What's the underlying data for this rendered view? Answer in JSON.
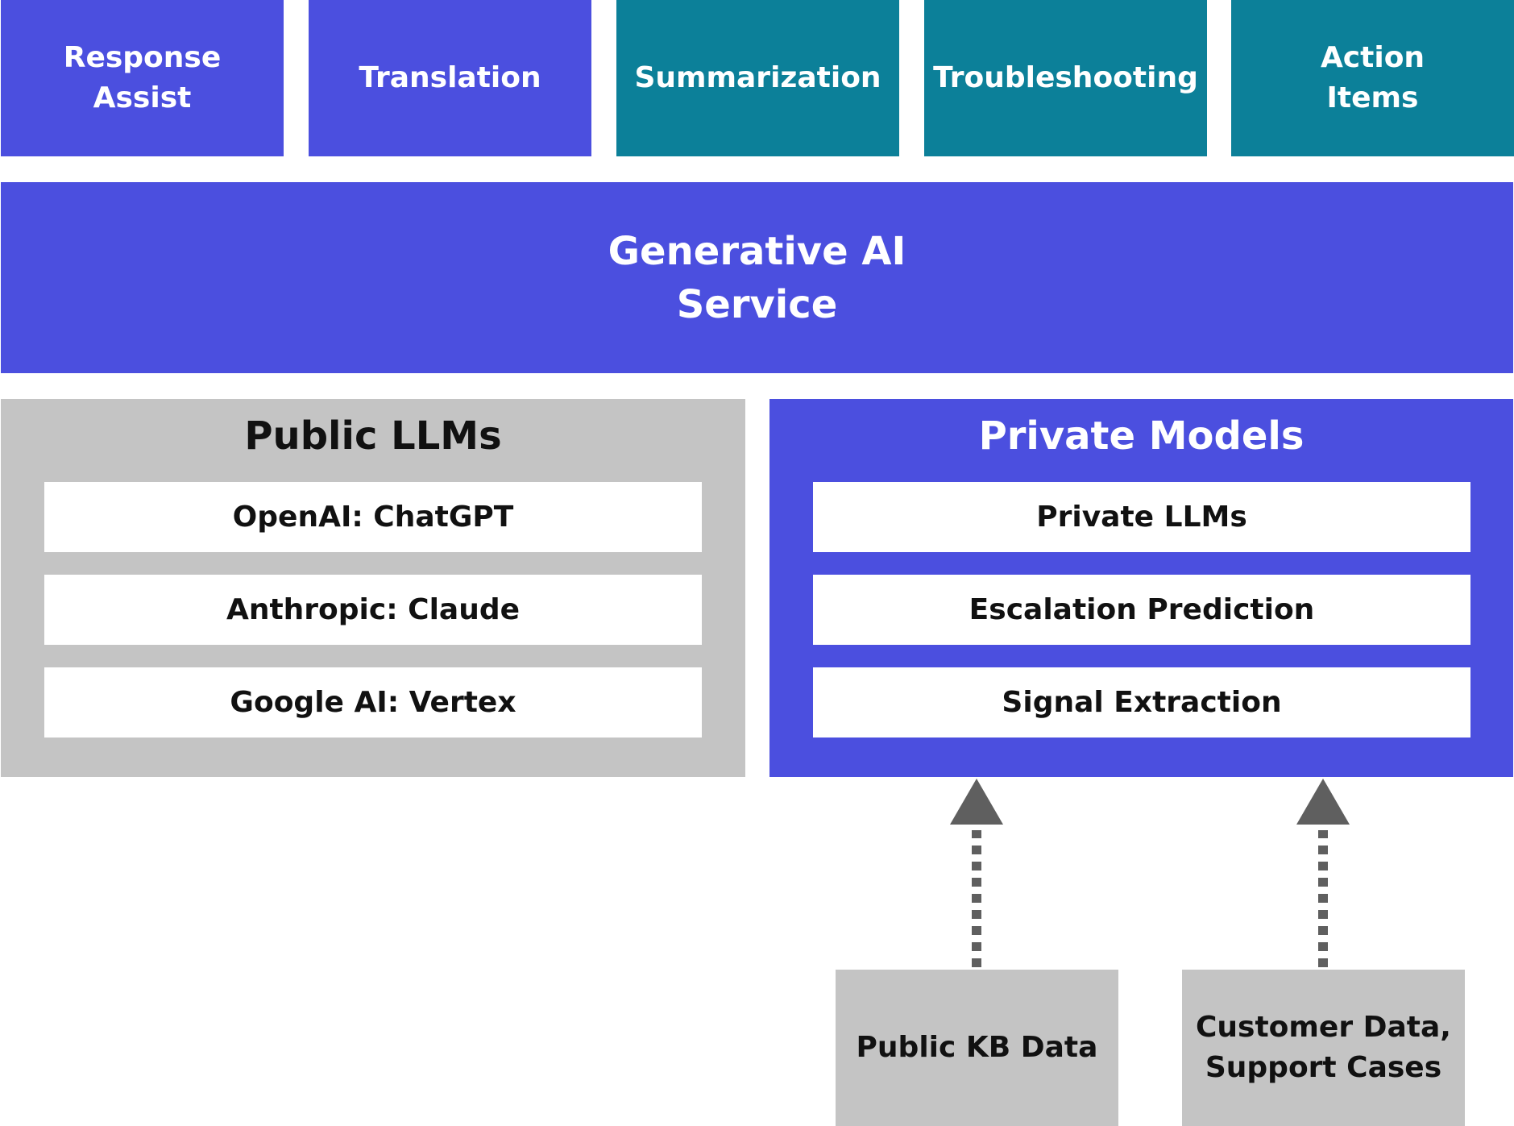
{
  "capabilities": [
    {
      "label": "Response\nAssist",
      "color": "#4b4fdf"
    },
    {
      "label": "Translation",
      "color": "#4b4fdf"
    },
    {
      "label": "Summarization",
      "color": "#0c8099"
    },
    {
      "label": "Troubleshooting",
      "color": "#0c8099"
    },
    {
      "label": "Action\nItems",
      "color": "#0c8099"
    }
  ],
  "service": {
    "label": "Generative AI\nService"
  },
  "public_llms": {
    "title": "Public LLMs",
    "items": [
      "OpenAI: ChatGPT",
      "Anthropic: Claude",
      "Google AI: Vertex"
    ]
  },
  "private_models": {
    "title": "Private Models",
    "items": [
      "Private LLMs",
      "Escalation Prediction",
      "Signal Extraction"
    ]
  },
  "data_sources": [
    {
      "label": "Public KB Data"
    },
    {
      "label": "Customer Data,\nSupport Cases"
    }
  ],
  "colors": {
    "purple": "#4b4fdf",
    "teal": "#0c8099",
    "gray": "#c4c4c4",
    "arrow": "#5f5f5f"
  }
}
